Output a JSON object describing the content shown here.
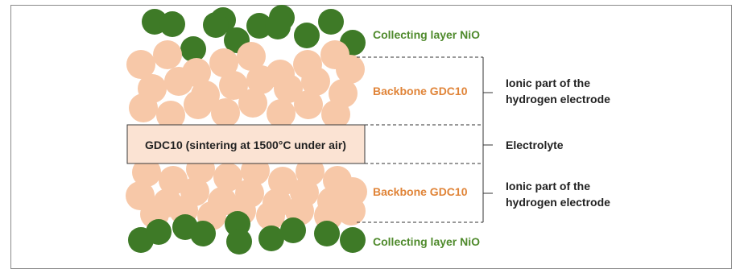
{
  "diagram": {
    "collecting_top": "Collecting layer NiO",
    "collecting_bottom": "Collecting layer NiO",
    "backbone_top": "Backbone GDC10",
    "backbone_bottom": "Backbone GDC10",
    "electrolyte_box": "GDC10 (sintering at 1500°C under air)",
    "ionic_top_line1": "Ionic part of the",
    "ionic_top_line2": "hydrogen electrode",
    "electrolyte_label": "Electrolyte",
    "ionic_bottom_line1": "Ionic part of the",
    "ionic_bottom_line2": "hydrogen electrode"
  },
  "colors": {
    "nio_green": "#3e7a27",
    "nio_text": "#4f8a2c",
    "gdc_peach": "#f7c8a8",
    "gdc_text": "#e08438",
    "box_fill": "#fbe3d3",
    "box_border": "#3a3a3a",
    "bracket": "#333333",
    "text_dark": "#222222"
  }
}
